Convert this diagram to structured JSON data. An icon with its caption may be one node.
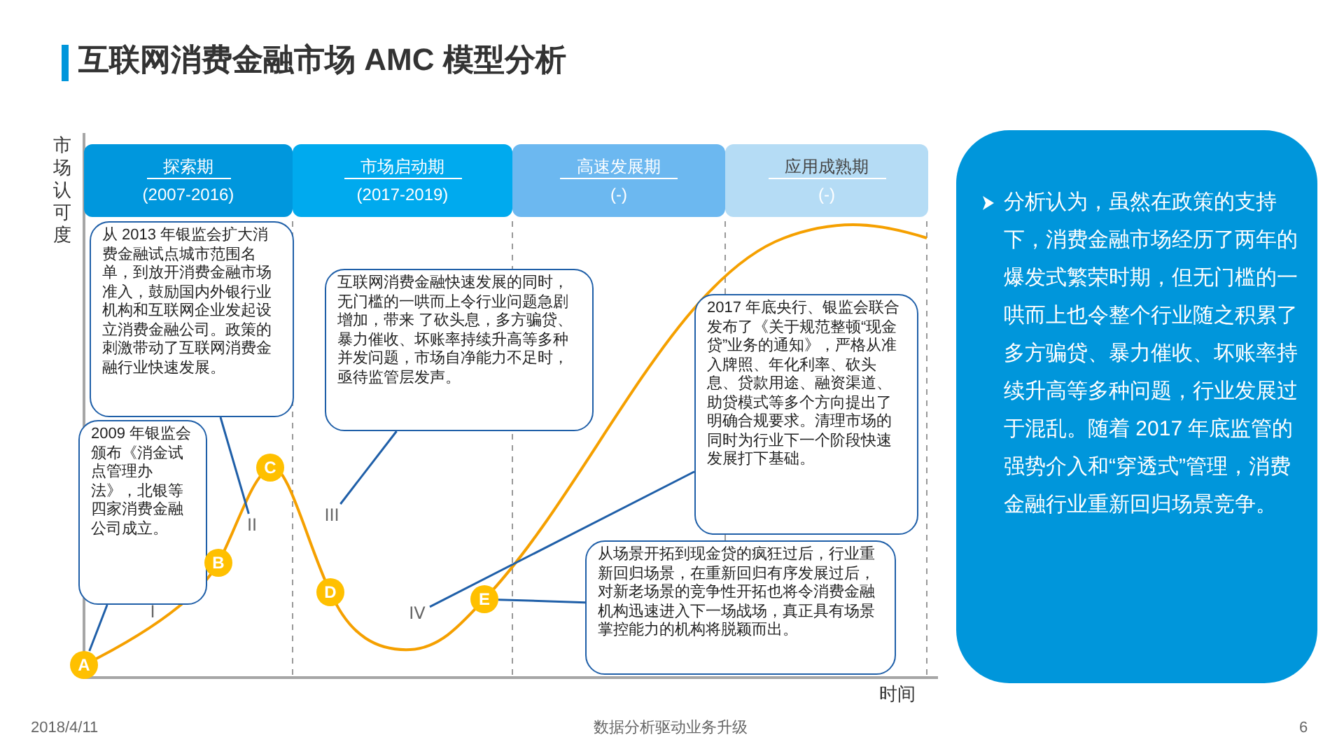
{
  "diagram": {
    "title": "互联网消费金融市场 AMC 模型分析",
    "nodes": [
      {
        "text": [
          "探索期",
          "(2007-2016)"
        ]
      },
      {
        "text": [
          "市场启动期",
          "(2017-2019)"
        ]
      },
      {
        "text": [
          "高速发展期",
          "(-)"
        ]
      },
      {
        "text": [
          "应用成熟期",
          "(-)"
        ]
      },
      {
        "text": [
          "从 2013 年银监会扩大消费金融试点城市范围名单，到放开消费金融市场准入，鼓励国内外银行业机构和互联网企业发起设立消费金融公司。政策的刺激带动了互联网消费金融行业快速发展。"
        ]
      },
      {
        "text": [
          "2009 年银监会颁布《消金试点管理办法》，北银等四家消费金融公司成立。"
        ]
      },
      {
        "text": [
          "互联网消费金融快速发展的同时，无门槛的一哄而上令行业问题急剧增加，带来 了砍头息，多方骗贷、暴力催收、坏账率持续升高等多种并发问题，市场自净能力不足时，亟待监管层发声。"
        ]
      },
      {
        "text": [
          "2017 年底央行、银监会联合发布了《关于规范整顿“现金贷”业务的通知》，严格从准入牌照、年化利率、砍头息、贷款用途、融资渠道、助贷模式等多个方向提出了明确合规要求。清理市场的同时为行业下一个阶段快速发展打下基础。"
        ]
      },
      {
        "text": [
          "从场景开拓到现金贷的疯狂过后，行业重新回归场景，在重新回归有序发展过后，对新老场景的竞争性开拓也将令消费金融机构迅速进入下一场战场，真正具有场景掌控能力的机构将脱颖而出。"
        ]
      },
      {
        "text": [
          "A"
        ]
      },
      {
        "text": [
          "B"
        ]
      },
      {
        "text": [
          "C"
        ]
      },
      {
        "text": [
          "D"
        ]
      },
      {
        "text": [
          "E"
        ]
      },
      {
        "text": [
          "I"
        ]
      },
      {
        "text": [
          "II"
        ]
      },
      {
        "text": [
          "III"
        ]
      },
      {
        "text": [
          "IV"
        ]
      },
      {
        "text": [
          "分析认为，虽然在政策的支持下，消费金融市场经历了两年的爆发式繁荣时期，但无门槛的一哄而上也令整个行业随之积累了多方骗贷、暴力催收、坏账率持续升高等多种问题，行业发展过于混乱。随着 2017 年底监管的强势介入和“穿透式”管理，消费金融行业重新回归场景竞争。"
        ]
      }
    ],
    "edges": [
      {
        "from": 4,
        "to": 15,
        "arrow": "none"
      },
      {
        "from": 5,
        "to": 9,
        "arrow": "none"
      },
      {
        "from": 6,
        "to": 16,
        "arrow": "none"
      },
      {
        "from": 7,
        "to": 17,
        "arrow": "none"
      },
      {
        "from": 8,
        "to": 13,
        "arrow": "none"
      }
    ],
    "labels": [
      "市场认可度",
      "时间",
      "2018/4/11",
      "数据分析驱动业务升级",
      "6"
    ]
  }
}
